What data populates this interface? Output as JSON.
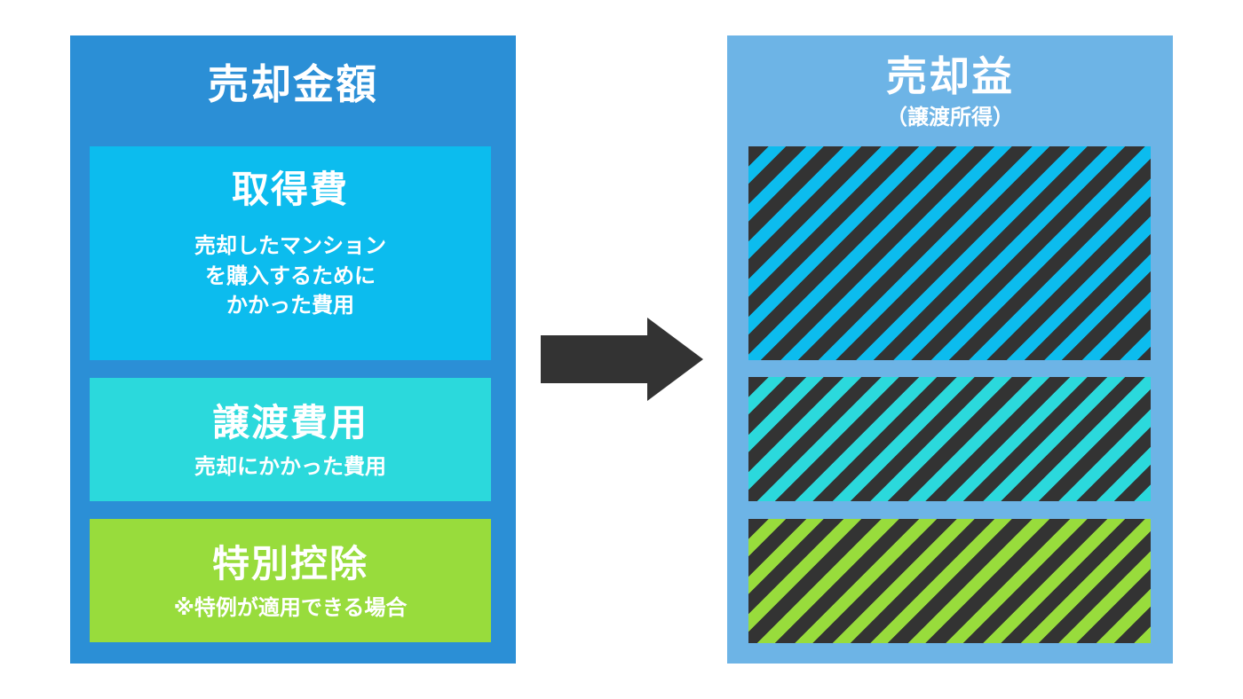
{
  "left_panel": {
    "title": "売却金額",
    "color": "#2b8fd6",
    "boxes": [
      {
        "heading": "取得費",
        "desc_lines": [
          "売却したマンション",
          "を購入するために",
          "かかった費用"
        ],
        "color": "#0cbcee"
      },
      {
        "heading": "譲渡費用",
        "desc_lines": [
          "売却にかかった費用"
        ],
        "color": "#2bd9dc"
      },
      {
        "heading": "特別控除",
        "desc_lines": [
          "※特例が適用できる場合"
        ],
        "color": "#98dc3c"
      }
    ]
  },
  "arrow": {
    "icon": "right-arrow-icon",
    "color": "#333333"
  },
  "right_panel": {
    "title": "売却益",
    "subtitle": "（譲渡所得）",
    "color": "#6db4e6",
    "stripe_colors": [
      "#0cbcee",
      "#2bd9dc",
      "#98dc3c"
    ],
    "stripe_dark": "#333333"
  }
}
